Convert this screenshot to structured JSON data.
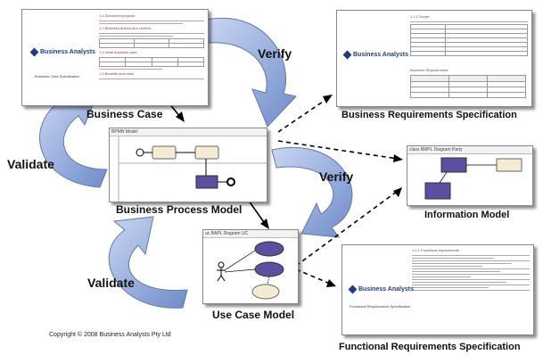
{
  "labels": {
    "business_case": "Business Case",
    "business_process_model": "Business Process Model",
    "use_case_model": "Use Case Model",
    "brs": "Business Requirements Specification",
    "information_model": "Information Model",
    "frs": "Functional Requirements Specification",
    "verify_top": "Verify",
    "verify_mid": "Verify",
    "validate_top": "Validate",
    "validate_bottom": "Validate",
    "copyright": "Copyright © 2008 Business Analysts Pty Ltd"
  },
  "docs": {
    "business_case": {
      "logo": "Business Analysts",
      "subtitle": "Business Case Specification"
    },
    "brs": {
      "logo": "Business Analysts",
      "section": "Business Requirements"
    },
    "frs": {
      "logo": "Business Analysts",
      "subtitle": "Functional Requirements Specification"
    },
    "bpm_window": "BPMN Model",
    "info_window": "class BMPL Diagram Party",
    "usecase_window": "uc BAPL Diagram UC"
  },
  "colors": {
    "arrow": "#8aa2d6",
    "arrow_edge": "#5f79b5",
    "shape": "#5a4fa0",
    "task": "#f3ecd2"
  }
}
